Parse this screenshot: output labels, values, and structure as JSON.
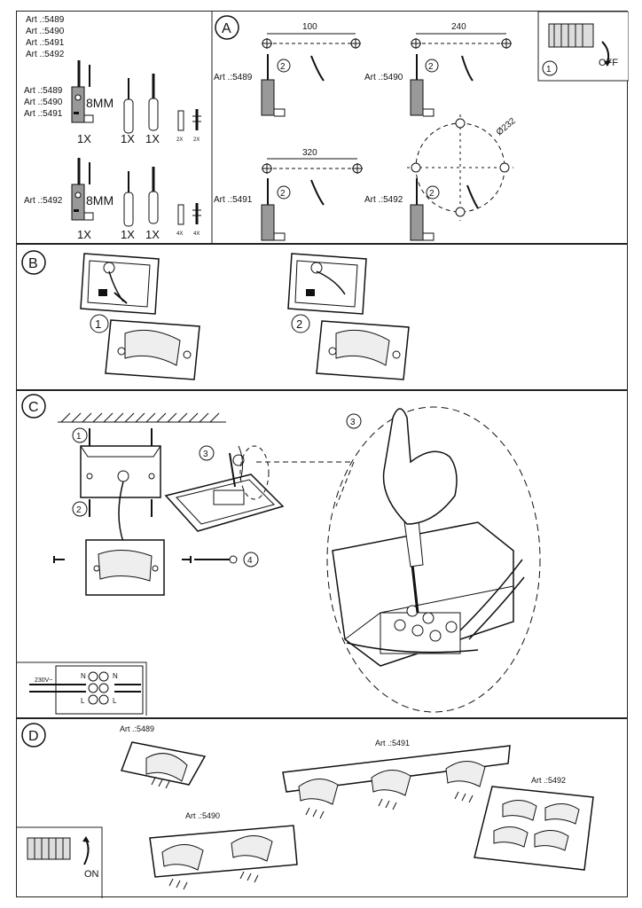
{
  "section_a": {
    "letter": "A",
    "articles": [
      "Art .:5489",
      "Art .:5490",
      "Art .:5491",
      "Art .:5492"
    ],
    "kit1_articles": [
      "Art .:5489",
      "Art .:5490",
      "Art .:5491"
    ],
    "kit2_article": "Art .:5492",
    "screw_length": "8MM",
    "qty_1x": "1X",
    "qty_2x": "2X",
    "qty_4x": "4X",
    "step1": "1",
    "step2": "2",
    "off_label": "OFF",
    "mount": [
      {
        "article": "Art .:5489",
        "dimension": "100"
      },
      {
        "article": "Art .:5490",
        "dimension": "240"
      },
      {
        "article": "Art .:5491",
        "dimension": "320"
      },
      {
        "article": "Art .:5492",
        "dimension": "Ø232"
      }
    ]
  },
  "section_b": {
    "letter": "B",
    "step1": "1",
    "step2": "2"
  },
  "section_c": {
    "letter": "C",
    "steps": [
      "1",
      "2",
      "3",
      "4"
    ],
    "voltage": "230V~",
    "terminal_labels": [
      "N",
      "L"
    ]
  },
  "section_d": {
    "letter": "D",
    "articles": [
      "Art .:5489",
      "Art .:5490",
      "Art .:5491",
      "Art .:5492"
    ],
    "on_label": "ON"
  }
}
